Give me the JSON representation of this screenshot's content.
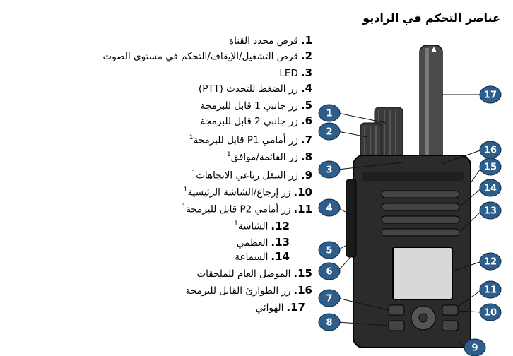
{
  "page": {
    "title": "عناصر التحكم في الراديو"
  },
  "controls": [
    {
      "num": "1.",
      "label": "قرص محدد القناة",
      "note": ""
    },
    {
      "num": "2.",
      "label": "قرص التشغيل/الإيقاف/التحكم في مستوى الصوت",
      "note": ""
    },
    {
      "num": "3.",
      "label": "LED",
      "note": ""
    },
    {
      "num": "4.",
      "label": "زر الضغط للتحدث (PTT)",
      "note": ""
    },
    {
      "num": "5.",
      "label": "زر جانبي 1 قابل للبرمجة",
      "note": ""
    },
    {
      "num": "6.",
      "label": "زر جانبي 2 قابل للبرمجة",
      "note": ""
    },
    {
      "num": "7.",
      "label": "زر أمامي P1 قابل للبرمجة",
      "note": "1"
    },
    {
      "num": "8.",
      "label": "زر القائمة/موافق",
      "note": "1"
    },
    {
      "num": "9.",
      "label": "زر التنقل رباعي الاتجاهات",
      "note": "1"
    },
    {
      "num": "10.",
      "label": "زر إرجاع/الشاشة الرئيسية",
      "note": "1"
    },
    {
      "num": "11.",
      "label": "زر أمامي P2 قابل للبرمجة",
      "note": "1"
    },
    {
      "num": "12.",
      "label": "الشاشة",
      "note": "1"
    },
    {
      "num": "13.",
      "label": "العظمي",
      "note": ""
    },
    {
      "num": "14.",
      "label": "السماعة",
      "note": ""
    },
    {
      "num": "15.",
      "label": "الموصل العام للملحقات",
      "note": ""
    },
    {
      "num": "16.",
      "label": "زر الطوارئ القابل للبرمجة",
      "note": ""
    },
    {
      "num": "17.",
      "label": "الهوائي",
      "note": ""
    }
  ],
  "callouts": [
    "1",
    "2",
    "3",
    "4",
    "5",
    "6",
    "7",
    "8",
    "9",
    "10",
    "11",
    "12",
    "13",
    "14",
    "15",
    "16",
    "17"
  ],
  "colors": {
    "callout_fill": "#2e5f8c",
    "radio_body": "#2b2b2b",
    "antenna": "#4a4a4a",
    "display": "#d8d8d8"
  }
}
